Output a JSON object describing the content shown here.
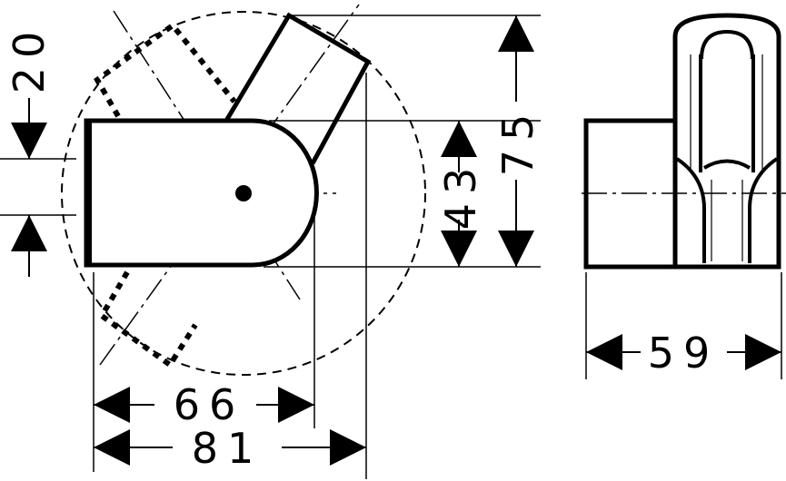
{
  "colors": {
    "line": "#000000",
    "background": "#ffffff"
  },
  "dimensions": {
    "height_small": "20",
    "height_mid": "43",
    "height_total": "75",
    "width_inner": "66",
    "width_outer": "81",
    "depth": "59"
  }
}
